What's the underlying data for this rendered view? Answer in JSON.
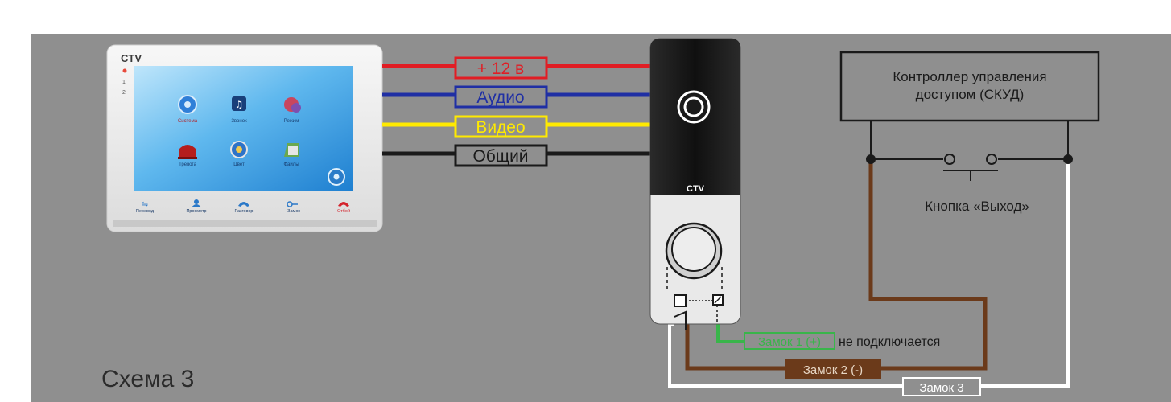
{
  "scheme_title": "Схема 3",
  "monitor": {
    "brand": "CTV",
    "side_labels": [
      "1",
      "2"
    ],
    "apps": [
      "Система",
      "Звонок",
      "Режим",
      "Тревога",
      "Цвет",
      "Файлы"
    ],
    "bottom_bar": [
      "Перевод",
      "Просмотр",
      "Разговор",
      "Замок",
      "Отбой"
    ]
  },
  "wires": [
    {
      "label": "+ 12 в",
      "color": "#e11d24"
    },
    {
      "label": "Аудио",
      "color": "#1f2fa4"
    },
    {
      "label": "Видео",
      "color": "#ffea00"
    },
    {
      "label": "Общий",
      "color": "#1a1a1a"
    }
  ],
  "doorbell": {
    "brand": "CTV"
  },
  "controller": {
    "line1": "Контроллер управления",
    "line2": "доступом (СКУД)"
  },
  "exit_button": {
    "label": "Кнопка «Выход»"
  },
  "locks": {
    "lock1": "Замок 1 (+)",
    "lock1_note": "не подключается",
    "lock2": "Замок 2 (-)",
    "lock3": "Замок 3"
  },
  "colors": {
    "background": "#8f8f8f",
    "lock1_wire": "#39b54a",
    "lock2_wire": "#6b3a1a",
    "lock3_wire": "#ffffff"
  }
}
